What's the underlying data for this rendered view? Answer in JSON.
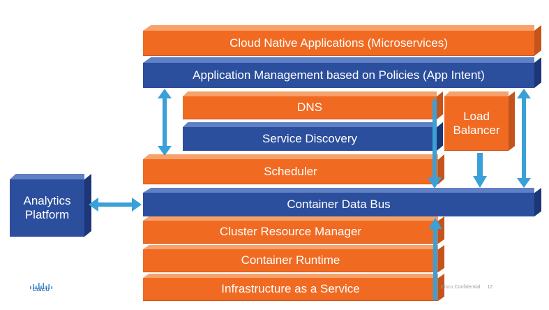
{
  "diagram": {
    "layers": {
      "cloud_native_apps": "Cloud Native Applications (Microservices)",
      "app_management": "Application Management based on Policies (App Intent)",
      "dns": "DNS",
      "service_discovery": "Service Discovery",
      "load_balancer": "Load Balancer",
      "scheduler": "Scheduler",
      "analytics_platform": "Analytics Platform",
      "container_data_bus": "Container Data Bus",
      "cluster_resource_manager": "Cluster Resource Manager",
      "container_runtime": "Container Runtime",
      "iaas": "Infrastructure as a Service"
    },
    "colors": {
      "orange": "#f16a22",
      "blue": "#2b4e9d",
      "arrow": "#3aa0d8"
    }
  },
  "footer": {
    "brand": "CISCO",
    "confidential": "Cisco Confidential",
    "page": "12"
  }
}
